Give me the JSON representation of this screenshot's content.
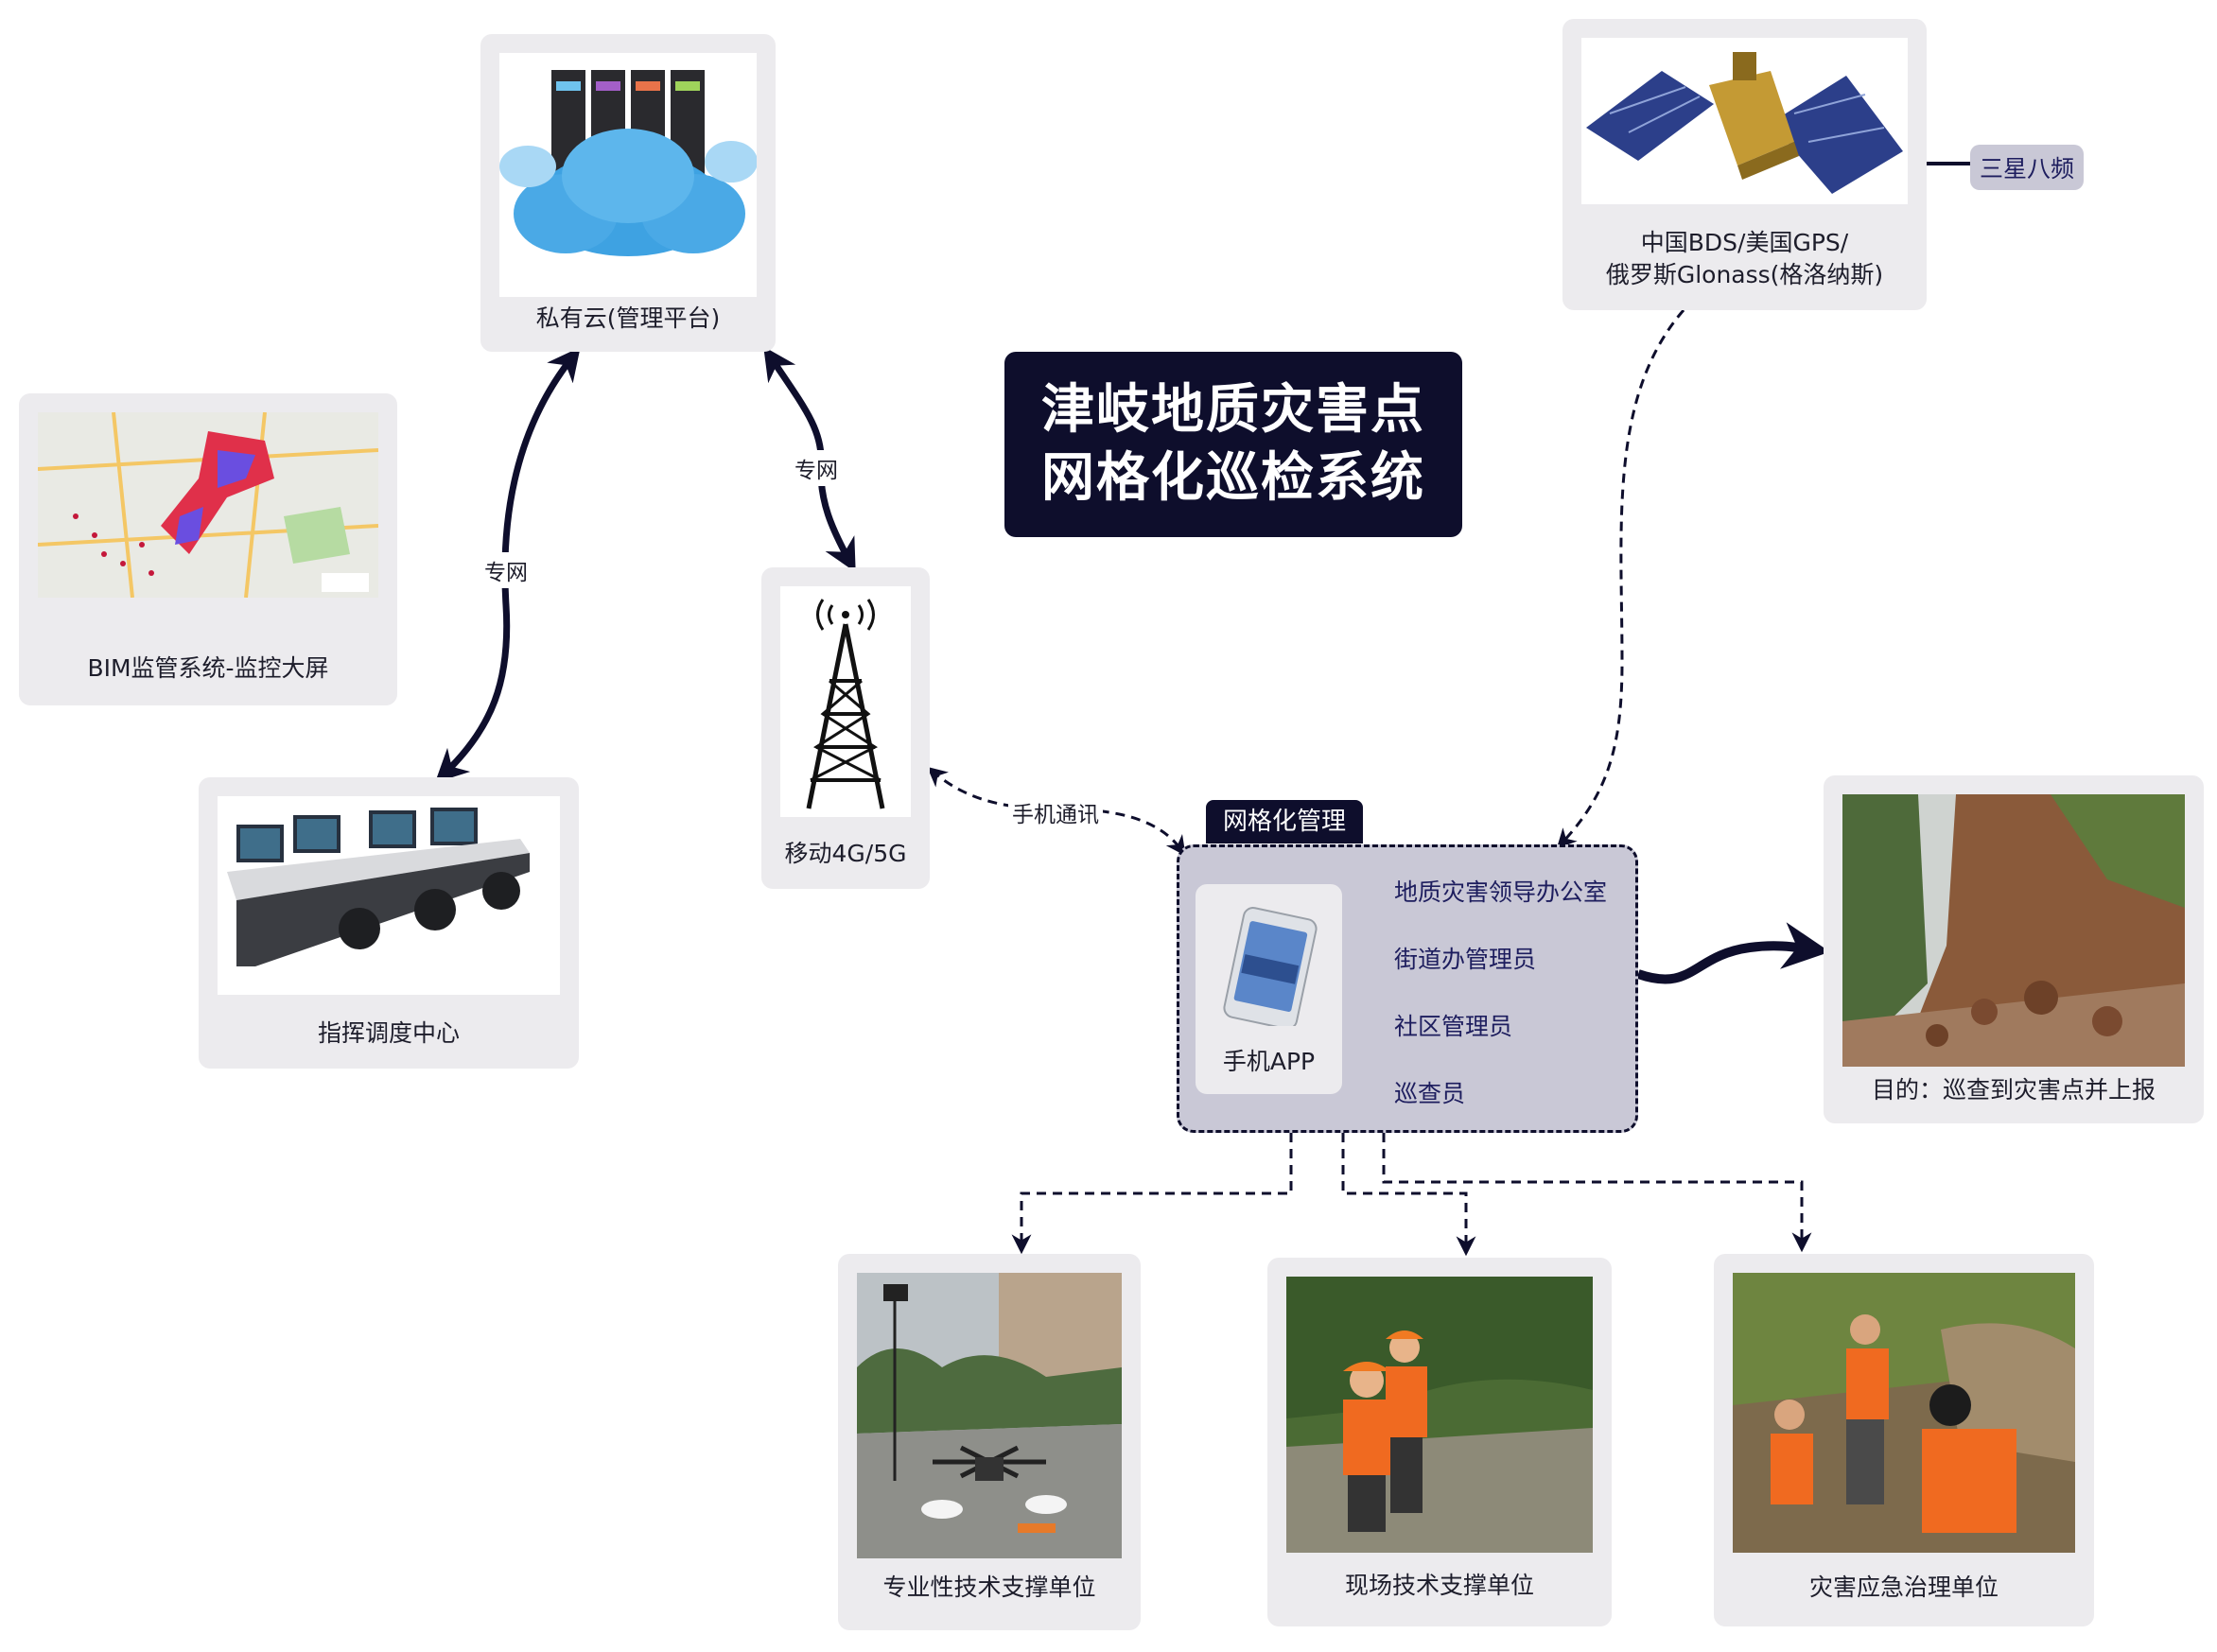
{
  "title": {
    "line1": "津岐地质灾害点",
    "line2": "网格化巡检系统"
  },
  "nodes": {
    "private_cloud": "私有云(管理平台)",
    "bim": "BIM监管系统-监控大屏",
    "command": "指挥调度中心",
    "mobile": "移动4G/5G",
    "satellite_line1": "中国BDS/美国GPS/",
    "satellite_line2": "俄罗斯Glonass(格洛纳斯)",
    "sanxing": "三星八频",
    "goal": "目的：巡查到灾害点并上报",
    "pro_support": "专业性技术支撑单位",
    "field_support": "现场技术支撑单位",
    "emergency": "灾害应急治理单位"
  },
  "edges": {
    "private_net_1": "专网",
    "private_net_2": "专网",
    "phone_comm": "手机通讯"
  },
  "grid": {
    "label": "网格化管理",
    "app": "手机APP",
    "roles": [
      "地质灾害领导办公室",
      "街道办管理员",
      "社区管理员",
      "巡查员"
    ]
  },
  "colors": {
    "navy": "#0e0e2c",
    "card": "#ecebee",
    "grid_fill": "#c9c8d6",
    "role_text": "#1d1d5e"
  }
}
